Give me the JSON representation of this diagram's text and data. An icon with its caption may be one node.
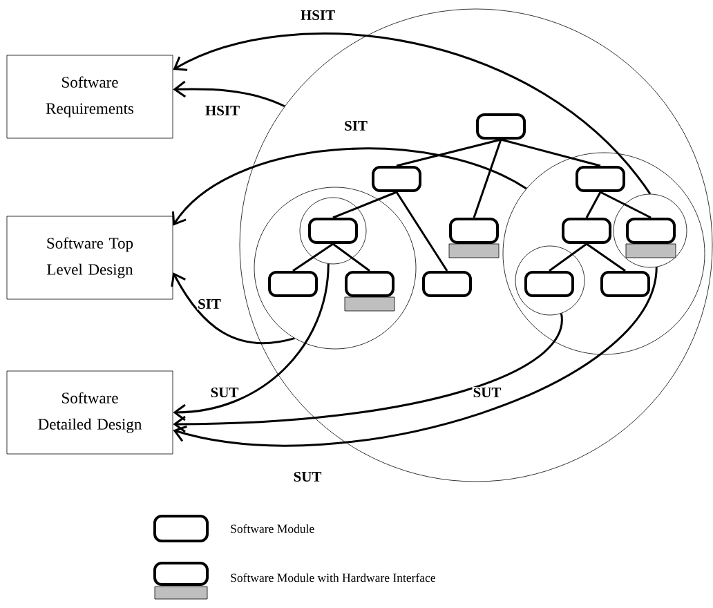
{
  "diagram": {
    "nodes": [
      {
        "text": [
          "Software Requirements"
        ]
      },
      {
        "text": [
          "Software Top Level Design"
        ]
      },
      {
        "text": [
          "Software Detailed Design"
        ]
      },
      {
        "text": [],
        "shape": "circle"
      },
      {
        "text": [],
        "shape": "circle",
        "in": 3
      },
      {
        "text": [],
        "shape": "circle",
        "in": 4
      },
      {
        "text": [],
        "shape": "circle",
        "in": 3
      },
      {
        "text": [],
        "shape": "circle",
        "in": 6
      },
      {
        "text": [],
        "shape": "circle",
        "in": 6
      },
      {
        "text": [],
        "shape": "box",
        "in": 3
      },
      {
        "text": [],
        "shape": "box",
        "in": 3
      },
      {
        "text": [],
        "shape": "box",
        "in": 6
      },
      {
        "text": [],
        "shape": "box",
        "in": 5
      },
      {
        "text": [],
        "shape": "box",
        "in": 3
      },
      {
        "text": [],
        "shape": "box",
        "in": 6
      },
      {
        "text": [],
        "shape": "box",
        "in": 8
      },
      {
        "text": [],
        "shape": "box",
        "in": 4
      },
      {
        "text": [],
        "shape": "box",
        "in": 4
      },
      {
        "text": [],
        "shape": "box",
        "in": 3
      },
      {
        "text": [],
        "shape": "box",
        "in": 7
      },
      {
        "text": [],
        "shape": "box",
        "in": 6
      }
    ],
    "edges": [
      {
        "from": 8,
        "to": 0,
        "arrow": "to",
        "label": "HSIT"
      },
      {
        "from": 3,
        "to": 0,
        "arrow": "to",
        "label": "HSIT"
      },
      {
        "from": 6,
        "to": 1,
        "arrow": "to",
        "label": "SIT"
      },
      {
        "from": 4,
        "to": 1,
        "arrow": "to",
        "label": "SIT"
      },
      {
        "from": 5,
        "to": 2,
        "arrow": "to",
        "label": "SUT"
      },
      {
        "from": 7,
        "to": 2,
        "arrow": "to",
        "label": "SUT"
      },
      {
        "from": 8,
        "to": 2,
        "arrow": "to",
        "label": "SUT"
      },
      {
        "from": 9,
        "to": 10,
        "arrow": "none"
      },
      {
        "from": 9,
        "to": 13,
        "arrow": "none"
      },
      {
        "from": 9,
        "to": 11,
        "arrow": "none"
      },
      {
        "from": 10,
        "to": 12,
        "arrow": "none"
      },
      {
        "from": 10,
        "to": 18,
        "arrow": "none"
      },
      {
        "from": 12,
        "to": 16,
        "arrow": "none"
      },
      {
        "from": 12,
        "to": 17,
        "arrow": "none"
      },
      {
        "from": 11,
        "to": 14,
        "arrow": "none"
      },
      {
        "from": 11,
        "to": 15,
        "arrow": "none"
      },
      {
        "from": 14,
        "to": 19,
        "arrow": "none"
      },
      {
        "from": 14,
        "to": 20,
        "arrow": "none"
      }
    ],
    "legend": [
      {
        "text": "Software Module"
      },
      {
        "text": "Software Module with Hardware Interface"
      }
    ]
  }
}
